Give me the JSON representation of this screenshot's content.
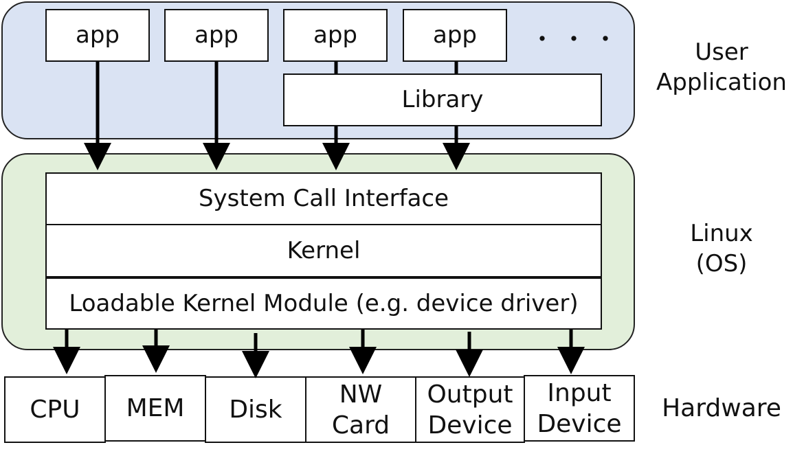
{
  "layers": {
    "user": {
      "label": "User\nApplication",
      "fill": "#dae3f3"
    },
    "os": {
      "label": "Linux\n(OS)",
      "fill": "#e2efda"
    },
    "hardware": {
      "label": "Hardware"
    }
  },
  "apps": [
    "app",
    "app",
    "app",
    "app"
  ],
  "ellipsis": "・・・",
  "library": "Library",
  "kernel_stack": {
    "syscall": "System Call Interface",
    "kernel": "Kernel",
    "lkm": "Loadable Kernel Module (e.g. device driver)"
  },
  "hardware_items": [
    "CPU",
    "MEM",
    "Disk",
    "NW\nCard",
    "Output\nDevice",
    "Input\nDevice"
  ]
}
